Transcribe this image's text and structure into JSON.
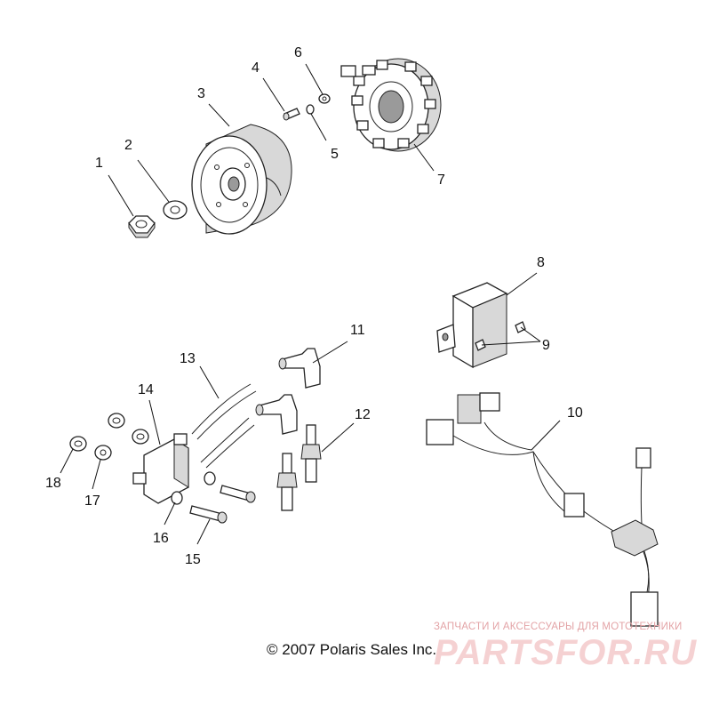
{
  "callouts": [
    {
      "id": "1",
      "text": "1"
    },
    {
      "id": "2",
      "text": "2"
    },
    {
      "id": "3",
      "text": "3"
    },
    {
      "id": "4",
      "text": "4"
    },
    {
      "id": "5",
      "text": "5"
    },
    {
      "id": "6",
      "text": "6"
    },
    {
      "id": "7",
      "text": "7"
    },
    {
      "id": "8",
      "text": "8"
    },
    {
      "id": "9",
      "text": "9"
    },
    {
      "id": "10",
      "text": "10"
    },
    {
      "id": "11",
      "text": "11"
    },
    {
      "id": "12",
      "text": "12"
    },
    {
      "id": "13",
      "text": "13"
    },
    {
      "id": "14",
      "text": "14"
    },
    {
      "id": "15",
      "text": "15"
    },
    {
      "id": "16",
      "text": "16"
    },
    {
      "id": "17",
      "text": "17"
    },
    {
      "id": "18",
      "text": "18"
    }
  ],
  "copyright": "© 2007 Polaris Sales Inc.",
  "watermark": {
    "tagline": "ЗАПЧАСТИ И АКСЕССУАРЫ ДЛЯ МОТОТЕХНИКИ",
    "brand": "PARTSFOR.RU"
  },
  "colors": {
    "line": "#222222",
    "watermark": "#f4c9cb"
  }
}
